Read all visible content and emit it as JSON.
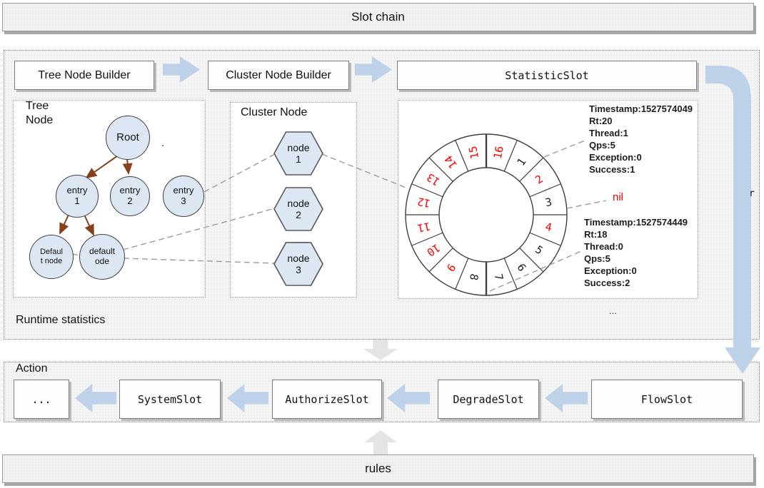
{
  "colors": {
    "accent_blue": "#bdd1e8",
    "node_fill": "#dde6f3",
    "node_stroke": "#404040",
    "tree_edge_brown": "#84411a",
    "red": "#ff0000",
    "dashed_gray": "#9b9b9b",
    "gray_arrow": "#e4e4e4"
  },
  "banners": {
    "top": "Slot chain",
    "bottom": "rules"
  },
  "pipeline": {
    "tree_node_builder": "Tree Node Builder",
    "cluster_node_builder": "Cluster Node Builder",
    "statistic_slot": "StatisticSlot"
  },
  "runtime": {
    "label": "Runtime statistics",
    "tree": {
      "title": "Tree\nNode",
      "root": "Root",
      "entry1": "entry\n1",
      "entry2": "entry\n2",
      "entry3": "entry\n3",
      "default_node": "Defaul\nt node",
      "default_ode": "default\node",
      "dot": "."
    },
    "cluster": {
      "title": "Cluster Node",
      "node1": "node\n1",
      "node2": "node\n2",
      "node3": "node\n3"
    },
    "statistic": {
      "ring_numbers": [
        {
          "v": "1",
          "red": false
        },
        {
          "v": "2",
          "red": true
        },
        {
          "v": "3",
          "red": false
        },
        {
          "v": "4",
          "red": true
        },
        {
          "v": "5",
          "red": false
        },
        {
          "v": "6",
          "red": false
        },
        {
          "v": "7",
          "red": false
        },
        {
          "v": "8",
          "red": false
        },
        {
          "v": "9",
          "red": true
        },
        {
          "v": "10",
          "red": true
        },
        {
          "v": "11",
          "red": true
        },
        {
          "v": "12",
          "red": true
        },
        {
          "v": "13",
          "red": true
        },
        {
          "v": "14",
          "red": true
        },
        {
          "v": "15",
          "red": true
        },
        {
          "v": "16",
          "red": true
        }
      ],
      "annotation1": [
        "Timestamp:1527574049",
        "Rt:20",
        "Thread:1",
        "Qps:5",
        "Exception:0",
        "Success:1"
      ],
      "nil_label": "nil",
      "annotation2": [
        "Timestamp:1527574449",
        "Rt:18",
        "Thread:0",
        "Qps:5",
        "Exception:0",
        "Success:2"
      ],
      "ellipsis": "..."
    },
    "side_r": "r"
  },
  "action": {
    "label": "Action",
    "slots": {
      "dots": "...",
      "system": "SystemSlot",
      "authorize": "AuthorizeSlot",
      "degrade": "DegradeSlot",
      "flow": "FlowSlot"
    }
  }
}
